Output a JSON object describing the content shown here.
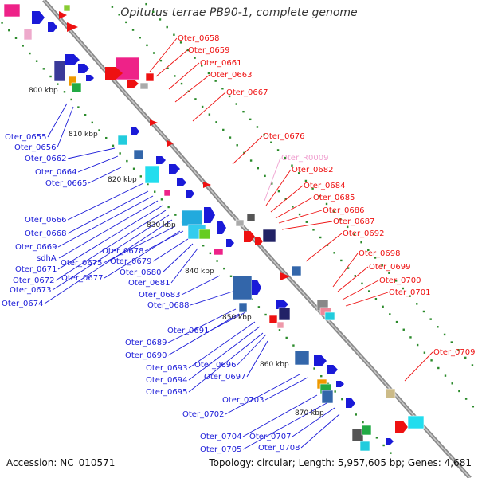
{
  "title": "Opitutus terrae PB90-1, complete genome",
  "accession": "Accession: NC_010571",
  "summary": "Topology: circular; Length: 5,957,605 bp; Genes: 4,681",
  "colors": {
    "red": "#ee1111",
    "blue": "#1a1ad8",
    "pink": "#ee99cc",
    "backbone": "#8a8a8a",
    "tick": "#2a8a2a"
  },
  "kbp_ticks": [
    "800 kbp",
    "810 kbp",
    "820 kbp",
    "830 kbp",
    "840 kbp",
    "850 kbp",
    "860 kbp",
    "870 kbp"
  ],
  "labels_right": [
    {
      "text": "Oter_0658",
      "color": "red"
    },
    {
      "text": "Oter_0659",
      "color": "red"
    },
    {
      "text": "Oter_0661",
      "color": "red"
    },
    {
      "text": "Oter_0663",
      "color": "red"
    },
    {
      "text": "Oter_0667",
      "color": "red"
    },
    {
      "text": "Oter_0676",
      "color": "red"
    },
    {
      "text": "Oter_R0009",
      "color": "pink"
    },
    {
      "text": "Oter_0682",
      "color": "red"
    },
    {
      "text": "Oter_0684",
      "color": "red"
    },
    {
      "text": "Oter_0685",
      "color": "red"
    },
    {
      "text": "Oter_0686",
      "color": "red"
    },
    {
      "text": "Oter_0687",
      "color": "red"
    },
    {
      "text": "Oter_0692",
      "color": "red"
    },
    {
      "text": "Oter_0698",
      "color": "red"
    },
    {
      "text": "Oter_0699",
      "color": "red"
    },
    {
      "text": "Oter_0700",
      "color": "red"
    },
    {
      "text": "Oter_0701",
      "color": "red"
    },
    {
      "text": "Oter_0709",
      "color": "red"
    }
  ],
  "labels_left": [
    {
      "text": "Oter_0655",
      "color": "blue"
    },
    {
      "text": "Oter_0656",
      "color": "blue"
    },
    {
      "text": "Oter_0662",
      "color": "blue"
    },
    {
      "text": "Oter_0664",
      "color": "blue"
    },
    {
      "text": "Oter_0665",
      "color": "blue"
    },
    {
      "text": "Oter_0666",
      "color": "blue"
    },
    {
      "text": "Oter_0668",
      "color": "blue"
    },
    {
      "text": "Oter_0669",
      "color": "blue"
    },
    {
      "text": "sdhA",
      "color": "blue"
    },
    {
      "text": "Oter_0671",
      "color": "blue"
    },
    {
      "text": "Oter_0672",
      "color": "blue"
    },
    {
      "text": "Oter_0673",
      "color": "blue"
    },
    {
      "text": "Oter_0674",
      "color": "blue"
    },
    {
      "text": "Oter_0675",
      "color": "blue"
    },
    {
      "text": "Oter_0677",
      "color": "blue"
    },
    {
      "text": "Oter_0678",
      "color": "blue"
    },
    {
      "text": "Oter_0679",
      "color": "blue"
    },
    {
      "text": "Oter_0680",
      "color": "blue"
    },
    {
      "text": "Oter_0681",
      "color": "blue"
    },
    {
      "text": "Oter_0683",
      "color": "blue"
    },
    {
      "text": "Oter_0688",
      "color": "blue"
    },
    {
      "text": "Oter_0689",
      "color": "blue"
    },
    {
      "text": "Oter_0690",
      "color": "blue"
    },
    {
      "text": "Oter_0691",
      "color": "blue"
    },
    {
      "text": "Oter_0693",
      "color": "blue"
    },
    {
      "text": "Oter_0694",
      "color": "blue"
    },
    {
      "text": "Oter_0695",
      "color": "blue"
    },
    {
      "text": "Oter_0696",
      "color": "blue"
    },
    {
      "text": "Oter_0697",
      "color": "blue"
    },
    {
      "text": "Oter_0702",
      "color": "blue"
    },
    {
      "text": "Oter_0703",
      "color": "blue"
    },
    {
      "text": "Oter_0704",
      "color": "blue"
    },
    {
      "text": "Oter_0705",
      "color": "blue"
    },
    {
      "text": "Oter_0707",
      "color": "blue"
    },
    {
      "text": "Oter_0708",
      "color": "blue"
    }
  ]
}
